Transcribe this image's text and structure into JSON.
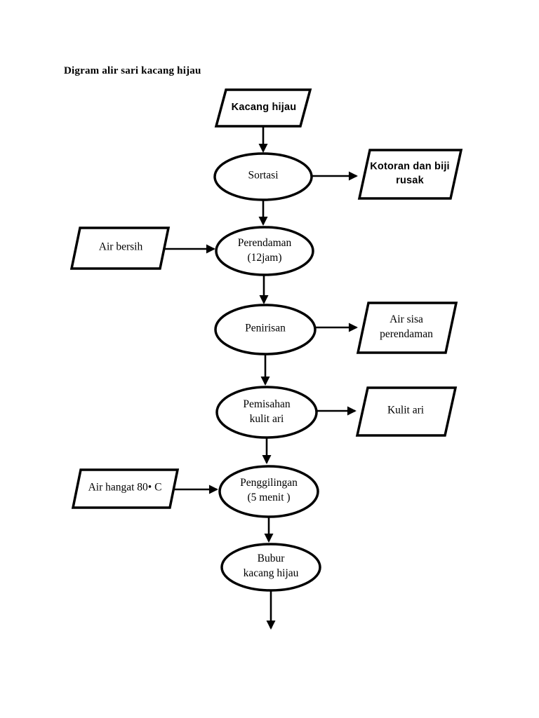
{
  "title": "Digram alir sari kacang hijau",
  "colors": {
    "ink": "#000000",
    "paper": "#ffffff"
  },
  "nodes": {
    "kacang_hijau": {
      "label": "Kacang hijau",
      "type": "parallelogram"
    },
    "sortasi": {
      "label": "Sortasi",
      "type": "ellipse"
    },
    "kotoran": {
      "label": "Kotoran dan biji\nrusak",
      "type": "parallelogram"
    },
    "air_bersih": {
      "label": "Air bersih",
      "type": "parallelogram"
    },
    "perendaman": {
      "label": "Perendaman\n(12jam)",
      "type": "ellipse"
    },
    "penirisan": {
      "label": "Penirisan",
      "type": "ellipse"
    },
    "air_sisa": {
      "label": "Air sisa\nperendaman",
      "type": "parallelogram"
    },
    "pemisahan": {
      "label": "Pemisahan\nkulit ari",
      "type": "ellipse"
    },
    "kulit_ari": {
      "label": "Kulit ari",
      "type": "parallelogram"
    },
    "air_hangat": {
      "label": "Air hangat 80• C",
      "type": "parallelogram"
    },
    "penggilingan": {
      "label": "Penggilingan\n(5 menit )",
      "type": "ellipse"
    },
    "bubur": {
      "label": "Bubur\nkacang hijau",
      "type": "ellipse"
    }
  },
  "edges": [
    {
      "from": "kacang_hijau",
      "to": "sortasi"
    },
    {
      "from": "sortasi",
      "to": "kotoran"
    },
    {
      "from": "sortasi",
      "to": "perendaman"
    },
    {
      "from": "air_bersih",
      "to": "perendaman"
    },
    {
      "from": "perendaman",
      "to": "penirisan"
    },
    {
      "from": "penirisan",
      "to": "air_sisa"
    },
    {
      "from": "penirisan",
      "to": "pemisahan"
    },
    {
      "from": "pemisahan",
      "to": "kulit_ari"
    },
    {
      "from": "pemisahan",
      "to": "penggilingan"
    },
    {
      "from": "air_hangat",
      "to": "penggilingan"
    },
    {
      "from": "penggilingan",
      "to": "bubur"
    },
    {
      "from": "bubur",
      "to": "end"
    }
  ]
}
